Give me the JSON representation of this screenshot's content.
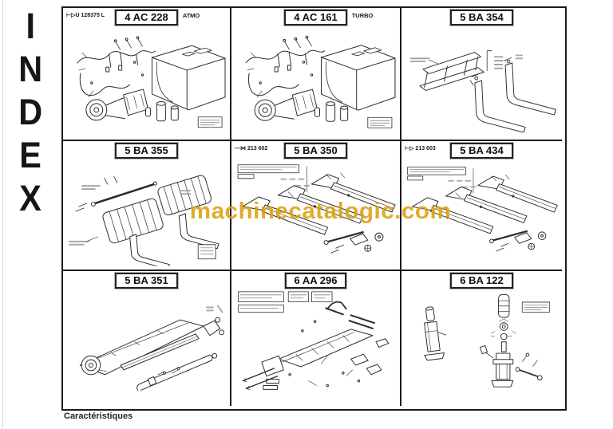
{
  "sidebar": {
    "letters": [
      "I",
      "N",
      "D",
      "E",
      "X"
    ]
  },
  "watermark": {
    "text": "machinecatalogic.com",
    "color": "#dca00f"
  },
  "footer": {
    "label": "Caractéristiques"
  },
  "cells": [
    {
      "pre_label": "⊢▷U 128375 L",
      "code": "4 AC 228",
      "suffix": "ATMO"
    },
    {
      "pre_label": "",
      "code": "4 AC 161",
      "suffix": "TURBO"
    },
    {
      "pre_label": "",
      "code": "5 BA 354",
      "suffix": ""
    },
    {
      "pre_label": "",
      "code": "5 BA 355",
      "suffix": ""
    },
    {
      "pre_label": "—⋈ 213 602",
      "code": "5 BA 350",
      "suffix": ""
    },
    {
      "pre_label": "⊢▷ 213 603",
      "code": "5 BA 434",
      "suffix": ""
    },
    {
      "pre_label": "",
      "code": "5 BA 351",
      "suffix": ""
    },
    {
      "pre_label": "",
      "code": "6 AA 296",
      "suffix": ""
    },
    {
      "pre_label": "",
      "code": "6 BA 122",
      "suffix": ""
    }
  ]
}
